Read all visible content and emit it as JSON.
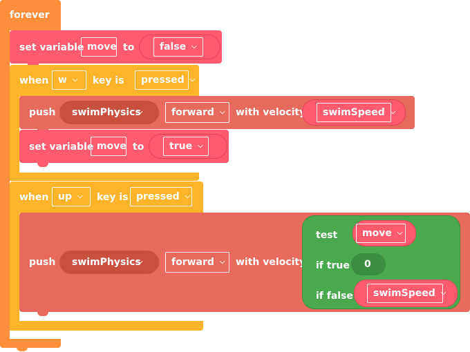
{
  "forever": {
    "label": "forever"
  },
  "set_move_false": {
    "set_label": "set variable",
    "variable": "move",
    "to_label": "to",
    "value": "false"
  },
  "when_w": {
    "when_label": "when",
    "key": "w",
    "key_is_label": "key is",
    "state": "pressed"
  },
  "push1": {
    "push_label": "push",
    "object": "swimPhysics",
    "direction": "forward",
    "with_velocity_label": "with velocity",
    "velocity": "swimSpeed"
  },
  "set_move_true": {
    "set_label": "set variable",
    "variable": "move",
    "to_label": "to",
    "value": "true"
  },
  "when_up": {
    "when_label": "when",
    "key": "up",
    "key_is_label": "key is",
    "state": "pressed"
  },
  "push2": {
    "push_label": "push",
    "object": "swimPhysics",
    "direction": "forward",
    "with_velocity_label": "with velocity"
  },
  "ternary": {
    "test_label": "test",
    "test_value": "move",
    "if_true_label": "if true",
    "if_true_value": "0",
    "if_false_label": "if false",
    "if_false_value": "swimSpeed"
  },
  "icons": {
    "dropdown": "chevron-down-icon"
  },
  "colors": {
    "forever": "#fd8f3c",
    "variable": "#ff5b6e",
    "when": "#fdb42b",
    "push": "#e86a5c",
    "ternary": "#4aa84f",
    "dark_pill": "#c9503f",
    "dark_green": "#3c8c41"
  }
}
